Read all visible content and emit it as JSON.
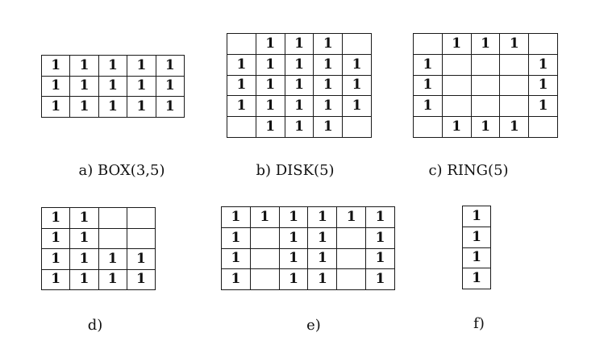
{
  "figures": [
    {
      "id": "a",
      "caption": "a) BOX(3,5)",
      "rows": [
        [
          "1",
          "1",
          "1",
          "1",
          "1"
        ],
        [
          "1",
          "1",
          "1",
          "1",
          "1"
        ],
        [
          "1",
          "1",
          "1",
          "1",
          "1"
        ]
      ]
    },
    {
      "id": "b",
      "caption": "b) DISK(5)",
      "rows": [
        [
          "",
          "1",
          "1",
          "1",
          ""
        ],
        [
          "1",
          "1",
          "1",
          "1",
          "1"
        ],
        [
          "1",
          "1",
          "1",
          "1",
          "1"
        ],
        [
          "1",
          "1",
          "1",
          "1",
          "1"
        ],
        [
          "",
          "1",
          "1",
          "1",
          ""
        ]
      ]
    },
    {
      "id": "c",
      "caption": "c) RING(5)",
      "rows": [
        [
          "",
          "1",
          "1",
          "1",
          ""
        ],
        [
          "1",
          "",
          "",
          "",
          "1"
        ],
        [
          "1",
          "",
          "",
          "",
          "1"
        ],
        [
          "1",
          "",
          "",
          "",
          "1"
        ],
        [
          "",
          "1",
          "1",
          "1",
          ""
        ]
      ]
    },
    {
      "id": "d",
      "caption": "d)",
      "rows": [
        [
          "1",
          "1",
          "",
          ""
        ],
        [
          "1",
          "1",
          "",
          ""
        ],
        [
          "1",
          "1",
          "1",
          "1"
        ],
        [
          "1",
          "1",
          "1",
          "1"
        ]
      ]
    },
    {
      "id": "e",
      "caption": "e)",
      "rows": [
        [
          "1",
          "1",
          "1",
          "1",
          "1",
          "1"
        ],
        [
          "1",
          "",
          "1",
          "1",
          "",
          "1"
        ],
        [
          "1",
          "",
          "1",
          "1",
          "",
          "1"
        ],
        [
          "1",
          "",
          "1",
          "1",
          "",
          "1"
        ]
      ]
    },
    {
      "id": "f",
      "caption": "f)",
      "rows": [
        [
          "1"
        ],
        [
          "1"
        ],
        [
          "1"
        ],
        [
          "1"
        ]
      ]
    }
  ]
}
